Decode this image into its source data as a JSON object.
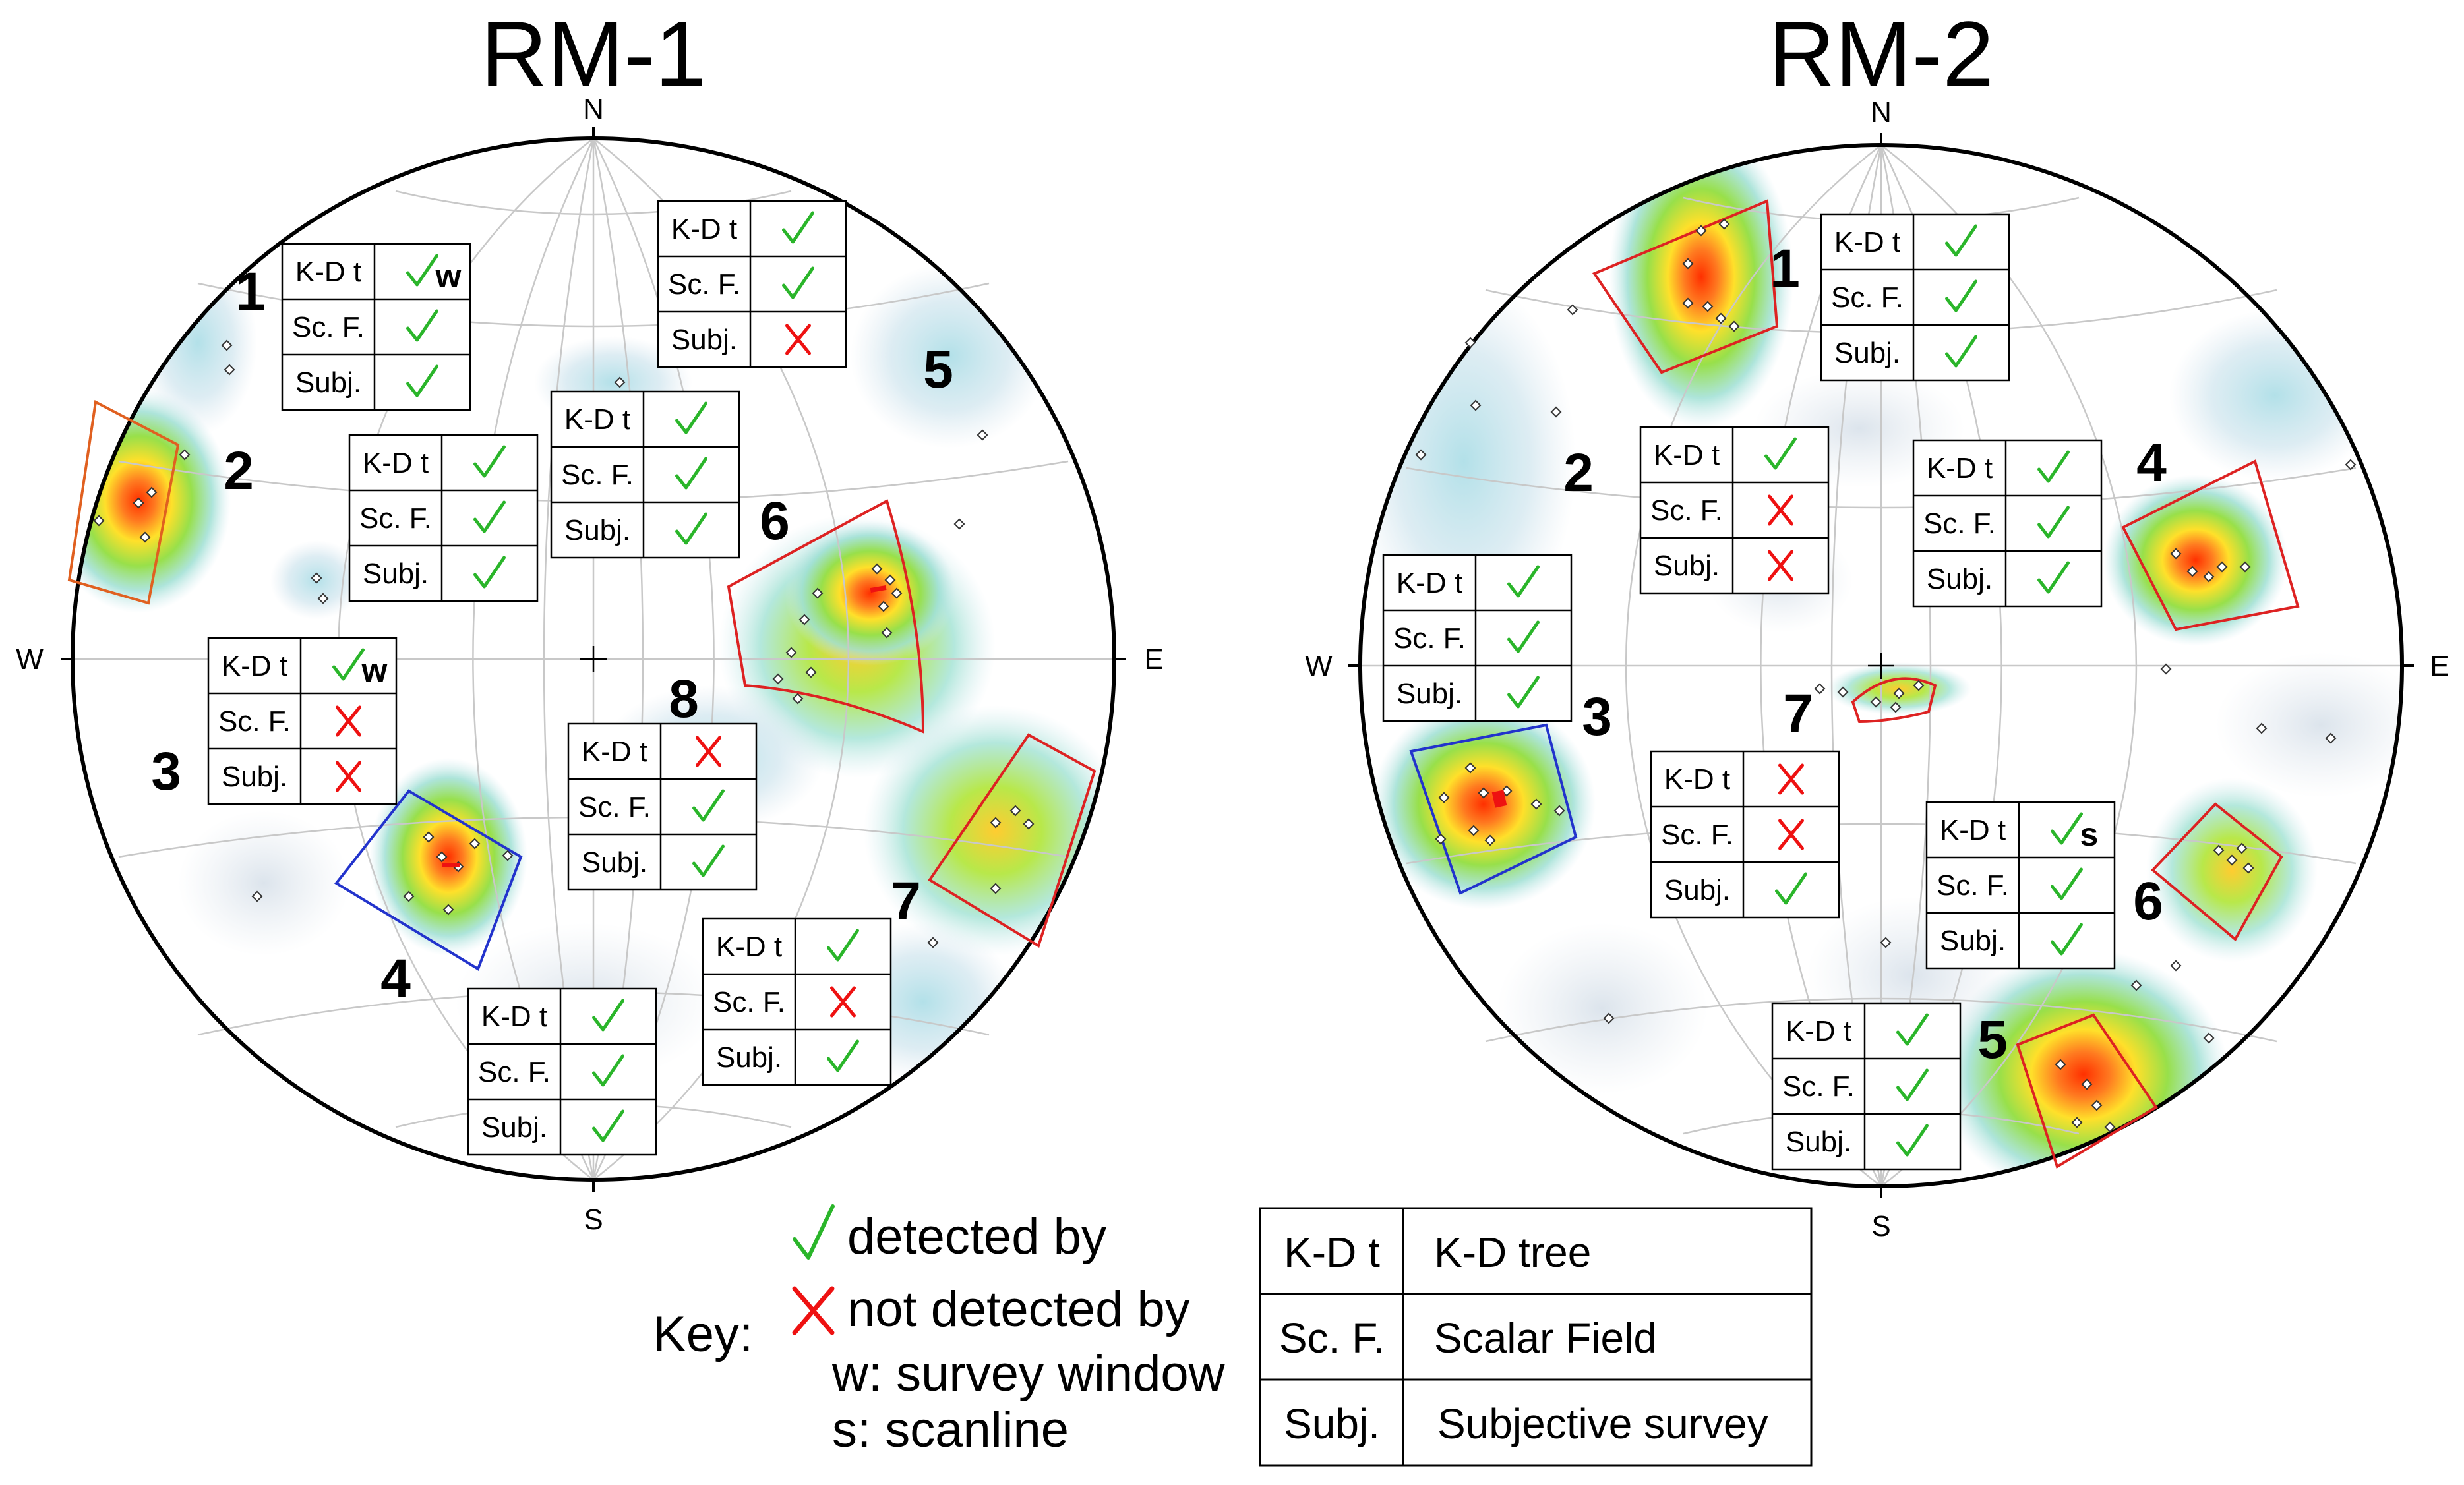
{
  "plots": [
    {
      "title": "RM-1",
      "directions": {
        "n": "N",
        "s": "S",
        "e": "E",
        "w": "W"
      },
      "sets": [
        {
          "label": "1",
          "kdt": "check",
          "kdt_note": "w",
          "scf": "check",
          "subj": "check"
        },
        {
          "label": "2",
          "kdt": "check",
          "kdt_note": "",
          "scf": "check",
          "subj": "check"
        },
        {
          "label": "3",
          "kdt": "check",
          "kdt_note": "w",
          "scf": "cross",
          "subj": "cross"
        },
        {
          "label": "4",
          "kdt": "check",
          "kdt_note": "",
          "scf": "check",
          "subj": "check"
        },
        {
          "label": "5",
          "kdt": "check",
          "kdt_note": "",
          "scf": "check",
          "subj": "cross"
        },
        {
          "label": "6",
          "kdt": "check",
          "kdt_note": "",
          "scf": "check",
          "subj": "check"
        },
        {
          "label": "7",
          "kdt": "check",
          "kdt_note": "",
          "scf": "cross",
          "subj": "check"
        },
        {
          "label": "8",
          "kdt": "cross",
          "kdt_note": "",
          "scf": "check",
          "subj": "check"
        }
      ]
    },
    {
      "title": "RM-2",
      "directions": {
        "n": "N",
        "s": "S",
        "e": "E",
        "w": "W"
      },
      "sets": [
        {
          "label": "1",
          "kdt": "check",
          "kdt_note": "",
          "scf": "check",
          "subj": "check"
        },
        {
          "label": "2",
          "kdt": "check",
          "kdt_note": "",
          "scf": "cross",
          "subj": "cross"
        },
        {
          "label": "3",
          "kdt": "check",
          "kdt_note": "",
          "scf": "check",
          "subj": "check"
        },
        {
          "label": "4",
          "kdt": "check",
          "kdt_note": "",
          "scf": "check",
          "subj": "check"
        },
        {
          "label": "5",
          "kdt": "check",
          "kdt_note": "",
          "scf": "check",
          "subj": "check"
        },
        {
          "label": "6",
          "kdt": "check",
          "kdt_note": "s",
          "scf": "check",
          "subj": "check"
        },
        {
          "label": "7",
          "kdt": "cross",
          "kdt_note": "",
          "scf": "cross",
          "subj": "check"
        }
      ]
    }
  ],
  "row_labels": {
    "kdt": "K-D t",
    "scf": "Sc. F.",
    "subj": "Subj."
  },
  "key": {
    "title": "Key:",
    "detected": "detected by",
    "not_detected": "not detected by",
    "window": "w: survey window",
    "scanline": "s: scanline"
  },
  "legend_table": [
    {
      "abbr": "K-D t",
      "full": "K-D tree"
    },
    {
      "abbr": "Sc. F.",
      "full": "Scalar Field"
    },
    {
      "abbr": "Subj.",
      "full": "Subjective survey"
    }
  ],
  "colors": {
    "check": "#2ab52a",
    "cross": "#ee1111",
    "window_red": "#dd2222",
    "window_blue": "#2233cc",
    "window_orange": "#e06020",
    "grid": "#c8c8c8"
  }
}
